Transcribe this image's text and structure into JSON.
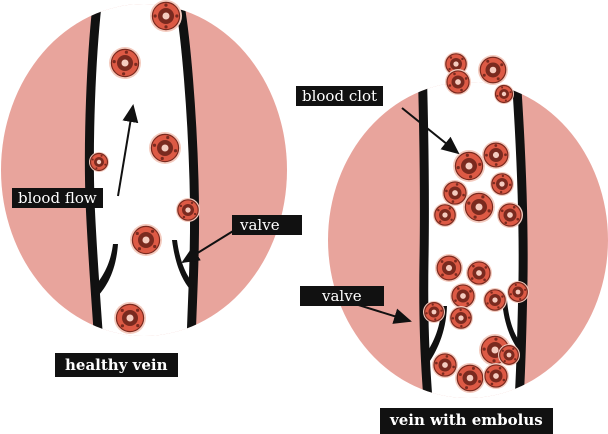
{
  "colors": {
    "tissue": "#e8a49c",
    "vein_wall": "#111111",
    "cell_outer": "#f4cbbf",
    "cell_ring": "#dd5a45",
    "cell_core": "#7a2a1f",
    "label_bg": "#111111",
    "label_text": "#ffffff"
  },
  "labels": {
    "blood_flow": "blood flow",
    "valve_left": "valve",
    "blood_clot": "blood clot",
    "valve_right": "valve",
    "healthy_vein": "healthy vein",
    "vein_with_embolus": "vein with embolus"
  },
  "panels": [
    {
      "name": "healthy-vein",
      "caption": "healthy vein",
      "clot": false
    },
    {
      "name": "vein-with-embolus",
      "caption": "vein with embolus",
      "clot": true
    }
  ]
}
